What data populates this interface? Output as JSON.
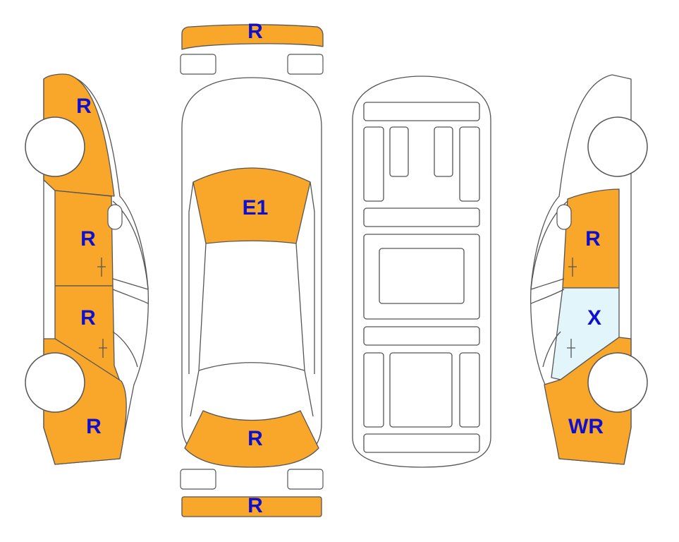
{
  "colors": {
    "repaired": "#F9A72B",
    "replaced": "#E2F5FB",
    "outline": "#555555",
    "label": "#1010CC"
  },
  "left_side": {
    "front_fender": "R",
    "front_door": "R",
    "rear_door": "R",
    "rear_quarter": "R"
  },
  "top_view": {
    "front_bumper": "R",
    "hood": "E1",
    "trunk": "R",
    "rear_bumper": "R"
  },
  "right_side": {
    "front_door": "R",
    "rear_door": "X",
    "rear_quarter": "WR"
  }
}
